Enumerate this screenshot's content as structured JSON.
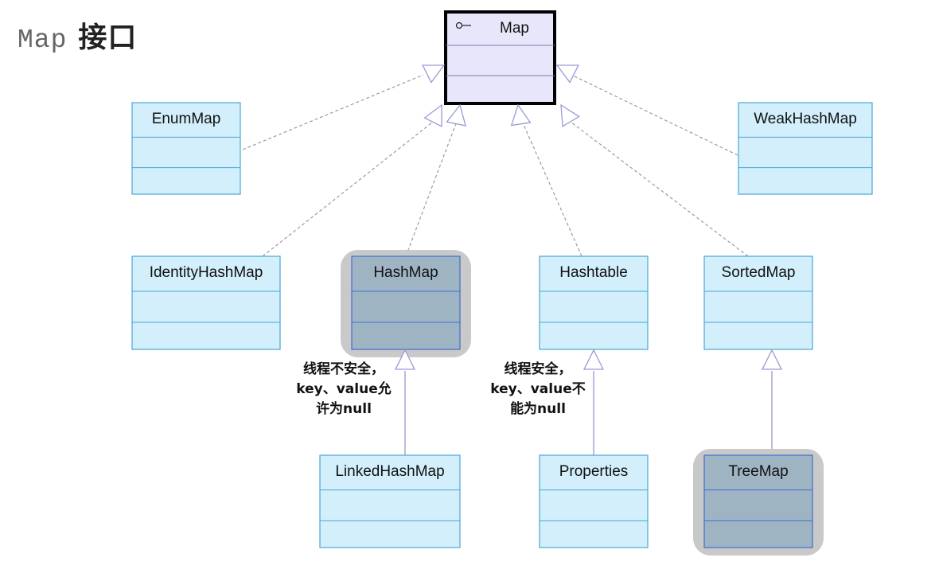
{
  "title": {
    "prefix": "Map",
    "suffix": "接口"
  },
  "interface": {
    "name": "Map"
  },
  "classes": [
    {
      "id": "enummap",
      "name": "EnumMap",
      "highlight": false
    },
    {
      "id": "weakhashmap",
      "name": "WeakHashMap",
      "highlight": false
    },
    {
      "id": "identityhashmap",
      "name": "IdentityHashMap",
      "highlight": false
    },
    {
      "id": "hashmap",
      "name": "HashMap",
      "highlight": true
    },
    {
      "id": "hashtable",
      "name": "Hashtable",
      "highlight": false
    },
    {
      "id": "sortedmap",
      "name": "SortedMap",
      "highlight": false
    },
    {
      "id": "linkedhashmap",
      "name": "LinkedHashMap",
      "highlight": false
    },
    {
      "id": "properties",
      "name": "Properties",
      "highlight": false
    },
    {
      "id": "treemap",
      "name": "TreeMap",
      "highlight": true
    }
  ],
  "notes": {
    "hashmap": [
      "线程不安全，",
      "key、value允",
      "许为null"
    ],
    "hashtable": [
      "线程安全，",
      "key、value不",
      "能为null"
    ]
  },
  "colors": {
    "box_fill": "#d2effb",
    "box_stroke": "#4aa7d6",
    "highlight_fill": "#9fb4c3",
    "highlight_stroke": "#3d6fd0",
    "shadow": "#c9c9c9",
    "interface_fill": "#e8e6fb",
    "dashed_line": "#9a9aa8",
    "solid_line": "#8f8fc8",
    "arrow": "#9a9ad6"
  }
}
